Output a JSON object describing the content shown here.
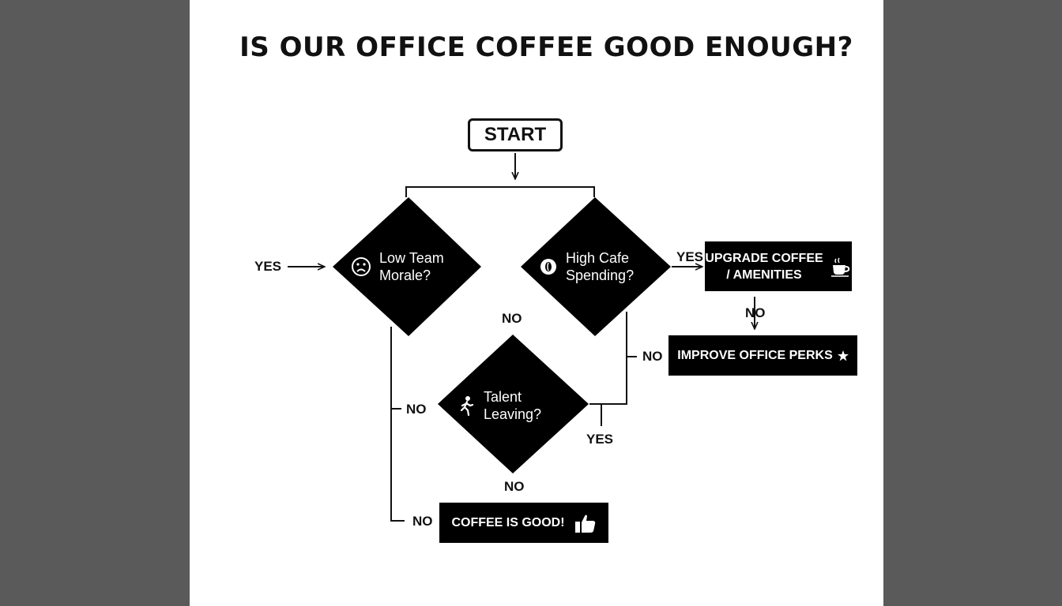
{
  "title": "IS OUR OFFICE COFFEE GOOD ENOUGH?",
  "start": "START",
  "decisions": {
    "morale": {
      "line1": "Low Team",
      "line2": "Morale?",
      "icon": "sad-face-icon"
    },
    "cafe": {
      "line1": "High Cafe",
      "line2": "Spending?",
      "icon": "coffee-bean-icon"
    },
    "talent": {
      "line1": "Talent",
      "line2": "Leaving?",
      "icon": "walking-person-icon"
    }
  },
  "outcomes": {
    "upgrade": {
      "line1": "UPGRADE COFFEE",
      "line2": "/ AMENITIES",
      "icon": "coffee-cup-icon"
    },
    "perks": {
      "label": "IMPROVE OFFICE PERKS",
      "icon": "star-icon"
    },
    "good": {
      "label": "COFFEE IS GOOD!",
      "icon": "thumbs-up-icon"
    }
  },
  "edge_labels": {
    "yes_entry": "YES",
    "yes_upgrade": "YES",
    "no_upgrade": "NO",
    "no_middle": "NO",
    "no_perks": "NO",
    "no_left": "NO",
    "yes_talent": "YES",
    "no_talent": "NO",
    "no_good": "NO"
  }
}
